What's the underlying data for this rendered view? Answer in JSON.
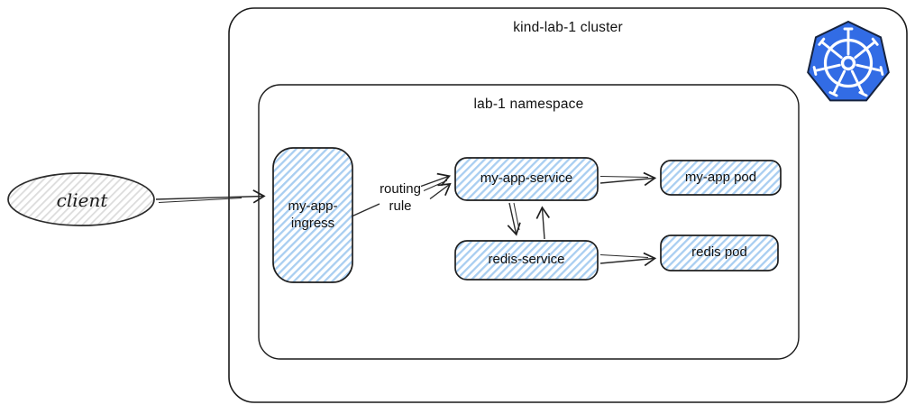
{
  "diagram": {
    "cluster": {
      "label": "kind-lab-1 cluster"
    },
    "namespace": {
      "label": "lab-1 namespace"
    },
    "client": {
      "label": "client"
    },
    "nodes": {
      "ingress": {
        "label": "my-app-ingress"
      },
      "my_app_service": {
        "label": "my-app-service"
      },
      "my_app_pod": {
        "label": "my-app pod"
      },
      "redis_service": {
        "label": "redis-service"
      },
      "redis_pod": {
        "label": "redis pod"
      }
    },
    "edges": {
      "routing_rule_label": "routing rule"
    },
    "icons": {
      "kubernetes": "kubernetes-logo"
    },
    "colors": {
      "k8s_blue": "#326ce5",
      "node_hatch_blue": "#a9cef1",
      "client_hatch_gray": "#dcdcdc",
      "stroke_dark": "#1a1a1a"
    }
  }
}
